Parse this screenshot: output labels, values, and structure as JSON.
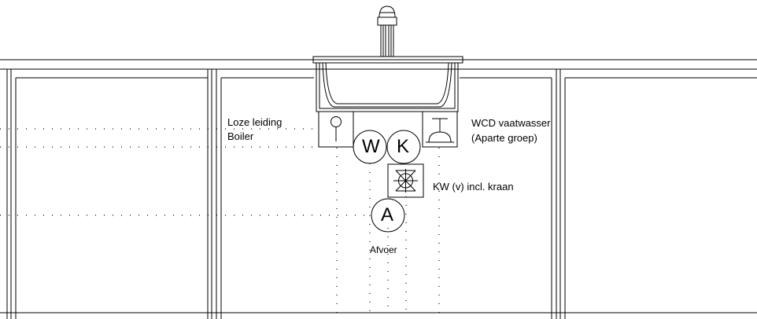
{
  "labels": {
    "loze_line1": "Loze leiding",
    "loze_line2": "Boiler",
    "wcd_line1": "WCD vaatwasser",
    "wcd_line2": "(Aparte groep)",
    "kw": "KW (v) incl. kraan",
    "afvoer": "Afvoer"
  },
  "symbols": {
    "w": "W",
    "k": "K",
    "a": "A"
  },
  "colors": {
    "line": "#000000",
    "background": "#ffffff"
  }
}
